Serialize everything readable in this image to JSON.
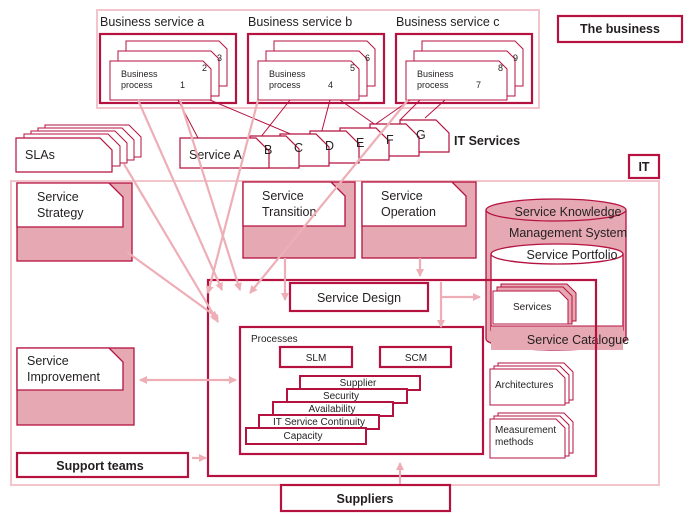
{
  "business": {
    "label": "The business",
    "services": [
      {
        "title": "Business service a",
        "process_line1": "Business",
        "process_line2": "process",
        "nums": [
          "1",
          "2",
          "3"
        ]
      },
      {
        "title": "Business service b",
        "process_line1": "Business",
        "process_line2": "process",
        "nums": [
          "4",
          "5",
          "6"
        ]
      },
      {
        "title": "Business service c",
        "process_line1": "Business",
        "process_line2": "process",
        "nums": [
          "7",
          "8",
          "9"
        ]
      }
    ]
  },
  "it_services": {
    "label": "IT Services",
    "service_a": "Service A",
    "letters": [
      "B",
      "C",
      "D",
      "E",
      "F",
      "G"
    ]
  },
  "slas": "SLAs",
  "it": {
    "label": "IT",
    "strategy_line1": "Service",
    "strategy_line2": "Strategy",
    "transition_line1": "Service",
    "transition_line2": "Transition",
    "operation_line1": "Service",
    "operation_line2": "Operation",
    "improvement_line1": "Service",
    "improvement_line2": "Improvement",
    "design": "Service Design",
    "support_teams": "Support teams",
    "suppliers": "Suppliers"
  },
  "processes": {
    "label": "Processes",
    "slm": "SLM",
    "scm": "SCM",
    "stack": [
      "Supplier",
      "Security",
      "Availability",
      "IT Service Continuity",
      "Capacity"
    ]
  },
  "skms": {
    "line1": "Service Knowledge",
    "line2": "Management System",
    "portfolio": "Service Portfolio",
    "services": "Services",
    "catalogue": "Service Catalogue"
  },
  "architectures": "Architectures",
  "measurement_line1": "Measurement",
  "measurement_line2": "methods",
  "colors": {
    "accent": "#b5123f",
    "fill": "#e6a9b3",
    "outer": "#f1c5cb",
    "arrow": "#eeaeb6",
    "text": "#231f20"
  }
}
